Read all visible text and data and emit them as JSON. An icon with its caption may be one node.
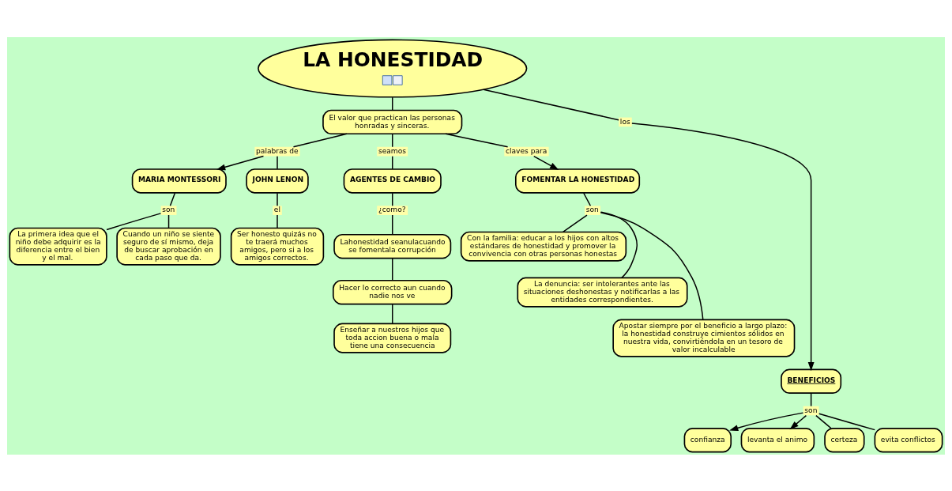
{
  "diagram": {
    "nodes": [
      {
        "text": [
          "LA HONESTIDAD"
        ]
      },
      {
        "text": [
          "El valor que practican las personas honradas y sinceras."
        ]
      },
      {
        "text": [
          "palabras de"
        ]
      },
      {
        "text": [
          "seamos"
        ]
      },
      {
        "text": [
          "claves para"
        ]
      },
      {
        "text": [
          "MARIA MONTESSORI"
        ]
      },
      {
        "text": [
          "JOHN LENON"
        ]
      },
      {
        "text": [
          "AGENTES DE CAMBIO"
        ]
      },
      {
        "text": [
          "FOMENTAR LA HONESTIDAD"
        ]
      },
      {
        "text": [
          "son"
        ]
      },
      {
        "text": [
          "los"
        ]
      },
      {
        "text": [
          "son"
        ]
      },
      {
        "text": [
          "el"
        ]
      },
      {
        "text": [
          "¿como?"
        ]
      },
      {
        "text": [
          "Con la familia: educar a los hijos con altos estándares de honestidad y promover la convivencia con otras personas honestas"
        ]
      },
      {
        "text": [
          "La primera idea que el niño debe adquirir es la diferencia entre el bien y el mal."
        ]
      },
      {
        "text": [
          "Cuando un niño se siente seguro de sí mismo, deja de buscar aprobación en cada paso que da."
        ]
      },
      {
        "text": [
          "Ser honesto quizás no te traerá muchos amigos, pero si a los amigos correctos."
        ]
      },
      {
        "text": [
          "Lahonestidad seanulacuando se fomentala corrupción"
        ]
      },
      {
        "text": [
          "La denuncia: ser intolerantes ante las situaciones deshonestas y notificarlas a las entidades correspondientes."
        ]
      },
      {
        "text": [
          "Hacer lo correcto aun cuando nadie nos ve"
        ]
      },
      {
        "text": [
          "Apostar siempre por el beneficio a largo plazo: la honestidad construye cimientos sólidos en nuestra vida, convirtiéndola en un tesoro de valor incalculable"
        ]
      },
      {
        "text": [
          "Enseñar a nuestros hijos que toda accion buena o mala tiene una consecuencia"
        ]
      },
      {
        "text": [
          "BENEFICIOS"
        ]
      },
      {
        "text": [
          "son"
        ]
      },
      {
        "text": [
          "confianza"
        ]
      },
      {
        "text": [
          "levanta el animo"
        ]
      },
      {
        "text": [
          "certeza"
        ]
      },
      {
        "text": [
          "evita conflictos"
        ]
      }
    ],
    "edges": [
      {
        "from": 0,
        "to": 1,
        "arrow": "none"
      },
      {
        "from": 1,
        "to": 2,
        "arrow": "none"
      },
      {
        "from": 2,
        "to": 5,
        "arrow": "to"
      },
      {
        "from": 2,
        "to": 6,
        "arrow": "none"
      },
      {
        "from": 1,
        "to": 3,
        "arrow": "none"
      },
      {
        "from": 3,
        "to": 7,
        "arrow": "none"
      },
      {
        "from": 1,
        "to": 4,
        "arrow": "none"
      },
      {
        "from": 4,
        "to": 8,
        "arrow": "to"
      },
      {
        "from": 5,
        "to": 11,
        "arrow": "none"
      },
      {
        "from": 11,
        "to": 15,
        "arrow": "none"
      },
      {
        "from": 11,
        "to": 16,
        "arrow": "none"
      },
      {
        "from": 6,
        "to": 12,
        "arrow": "none"
      },
      {
        "from": 12,
        "to": 17,
        "arrow": "none"
      },
      {
        "from": 7,
        "to": 13,
        "arrow": "none"
      },
      {
        "from": 13,
        "to": 18,
        "arrow": "none"
      },
      {
        "from": 18,
        "to": 20,
        "arrow": "none"
      },
      {
        "from": 20,
        "to": 22,
        "arrow": "none"
      },
      {
        "from": 8,
        "to": 9,
        "arrow": "none"
      },
      {
        "from": 9,
        "to": 14,
        "arrow": "none"
      },
      {
        "from": 9,
        "to": 19,
        "arrow": "none"
      },
      {
        "from": 9,
        "to": 21,
        "arrow": "none"
      },
      {
        "from": 0,
        "to": 10,
        "arrow": "none"
      },
      {
        "from": 10,
        "to": 23,
        "arrow": "to"
      },
      {
        "from": 23,
        "to": 24,
        "arrow": "none"
      },
      {
        "from": 24,
        "to": 25,
        "arrow": "to"
      },
      {
        "from": 24,
        "to": 26,
        "arrow": "to"
      },
      {
        "from": 24,
        "to": 27,
        "arrow": "none"
      },
      {
        "from": 24,
        "to": 28,
        "arrow": "none"
      }
    ]
  }
}
